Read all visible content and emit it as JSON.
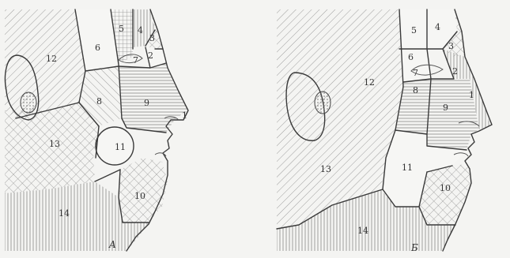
{
  "panel_a": {
    "caption": "A",
    "zones": [
      "1",
      "2",
      "3",
      "4",
      "5",
      "6",
      "7",
      "8",
      "9",
      "10",
      "11",
      "12",
      "13",
      "14"
    ]
  },
  "panel_b": {
    "caption": "Б",
    "zones": [
      "1",
      "2",
      "3",
      "4",
      "5",
      "6",
      "7",
      "8",
      "9",
      "10",
      "11",
      "12",
      "13",
      "14"
    ]
  }
}
